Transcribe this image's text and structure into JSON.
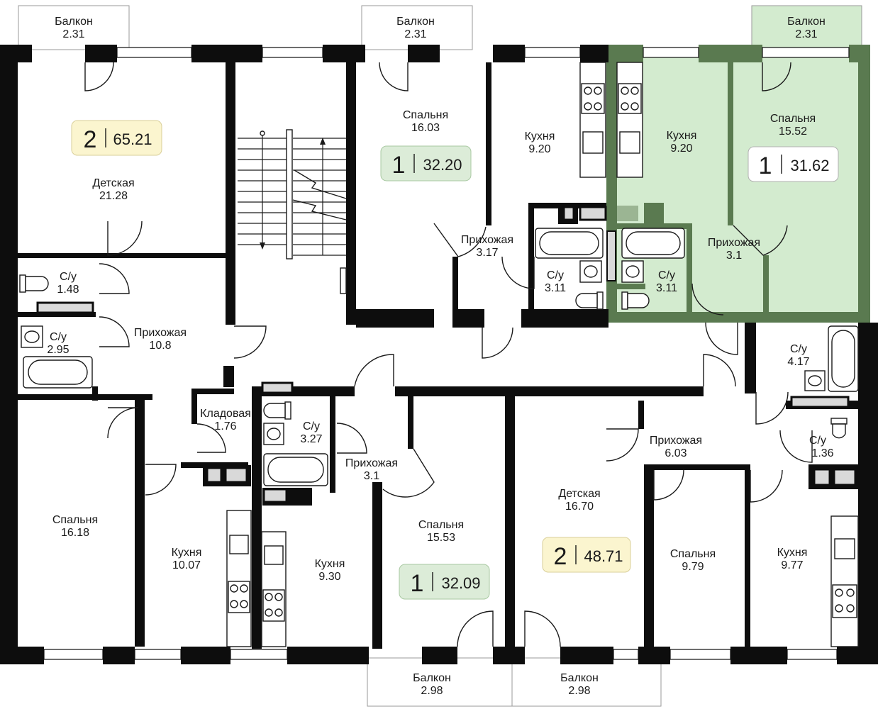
{
  "colors": {
    "wall": "#0d0d0d",
    "selected_fill": "#d3ebcf",
    "selected_wall": "#5a7a50",
    "badge_2_room": "#fbf5cf",
    "badge_1_room": "#dcecd8",
    "badge_selected": "#ffffff"
  },
  "rooms": {
    "balcony_tl": {
      "name": "Балкон",
      "area": "2.31"
    },
    "balcony_tm": {
      "name": "Балкон",
      "area": "2.31"
    },
    "balcony_tr": {
      "name": "Балкон",
      "area": "2.31"
    },
    "balcony_bl": {
      "name": "Балкон",
      "area": "2.98"
    },
    "balcony_br": {
      "name": "Балкон",
      "area": "2.98"
    },
    "kids_tl": {
      "name": "Детская",
      "area": "21.28"
    },
    "wc_tl1": {
      "name": "С/у",
      "area": "1.48"
    },
    "wc_tl2": {
      "name": "С/у",
      "area": "2.95"
    },
    "hall_tl": {
      "name": "Прихожая",
      "area": "10.8"
    },
    "storage": {
      "name": "Кладовая",
      "area": "1.76"
    },
    "bedroom_bl": {
      "name": "Спальня",
      "area": "16.18"
    },
    "kitchen_bl": {
      "name": "Кухня",
      "area": "10.07"
    },
    "bedroom_tm": {
      "name": "Спальня",
      "area": "16.03"
    },
    "kitchen_tm": {
      "name": "Кухня",
      "area": "9.20"
    },
    "hall_tm": {
      "name": "Прихожая",
      "area": "3.17"
    },
    "wc_tm": {
      "name": "С/у",
      "area": "3.11"
    },
    "kitchen_tr": {
      "name": "Кухня",
      "area": "9.20"
    },
    "bedroom_tr": {
      "name": "Спальня",
      "area": "15.52"
    },
    "hall_tr": {
      "name": "Прихожая",
      "area": "3.1"
    },
    "wc_tr": {
      "name": "С/у",
      "area": "3.11"
    },
    "wc_bm": {
      "name": "С/у",
      "area": "3.27"
    },
    "hall_bm": {
      "name": "Прихожая",
      "area": "3.1"
    },
    "kitchen_bm": {
      "name": "Кухня",
      "area": "9.30"
    },
    "bedroom_bm": {
      "name": "Спальня",
      "area": "15.53"
    },
    "kids_br": {
      "name": "Детская",
      "area": "16.70"
    },
    "hall_br": {
      "name": "Прихожая",
      "area": "6.03"
    },
    "bedroom_br": {
      "name": "Спальня",
      "area": "9.79"
    },
    "kitchen_br": {
      "name": "Кухня",
      "area": "9.77"
    },
    "wc_br1": {
      "name": "С/у",
      "area": "4.17"
    },
    "wc_br2": {
      "name": "С/у",
      "area": "1.36"
    }
  },
  "apartments": [
    {
      "rooms": "2",
      "area": "65.21"
    },
    {
      "rooms": "1",
      "area": "32.20"
    },
    {
      "rooms": "1",
      "area": "31.62"
    },
    {
      "rooms": "1",
      "area": "32.09"
    },
    {
      "rooms": "2",
      "area": "48.71"
    }
  ]
}
